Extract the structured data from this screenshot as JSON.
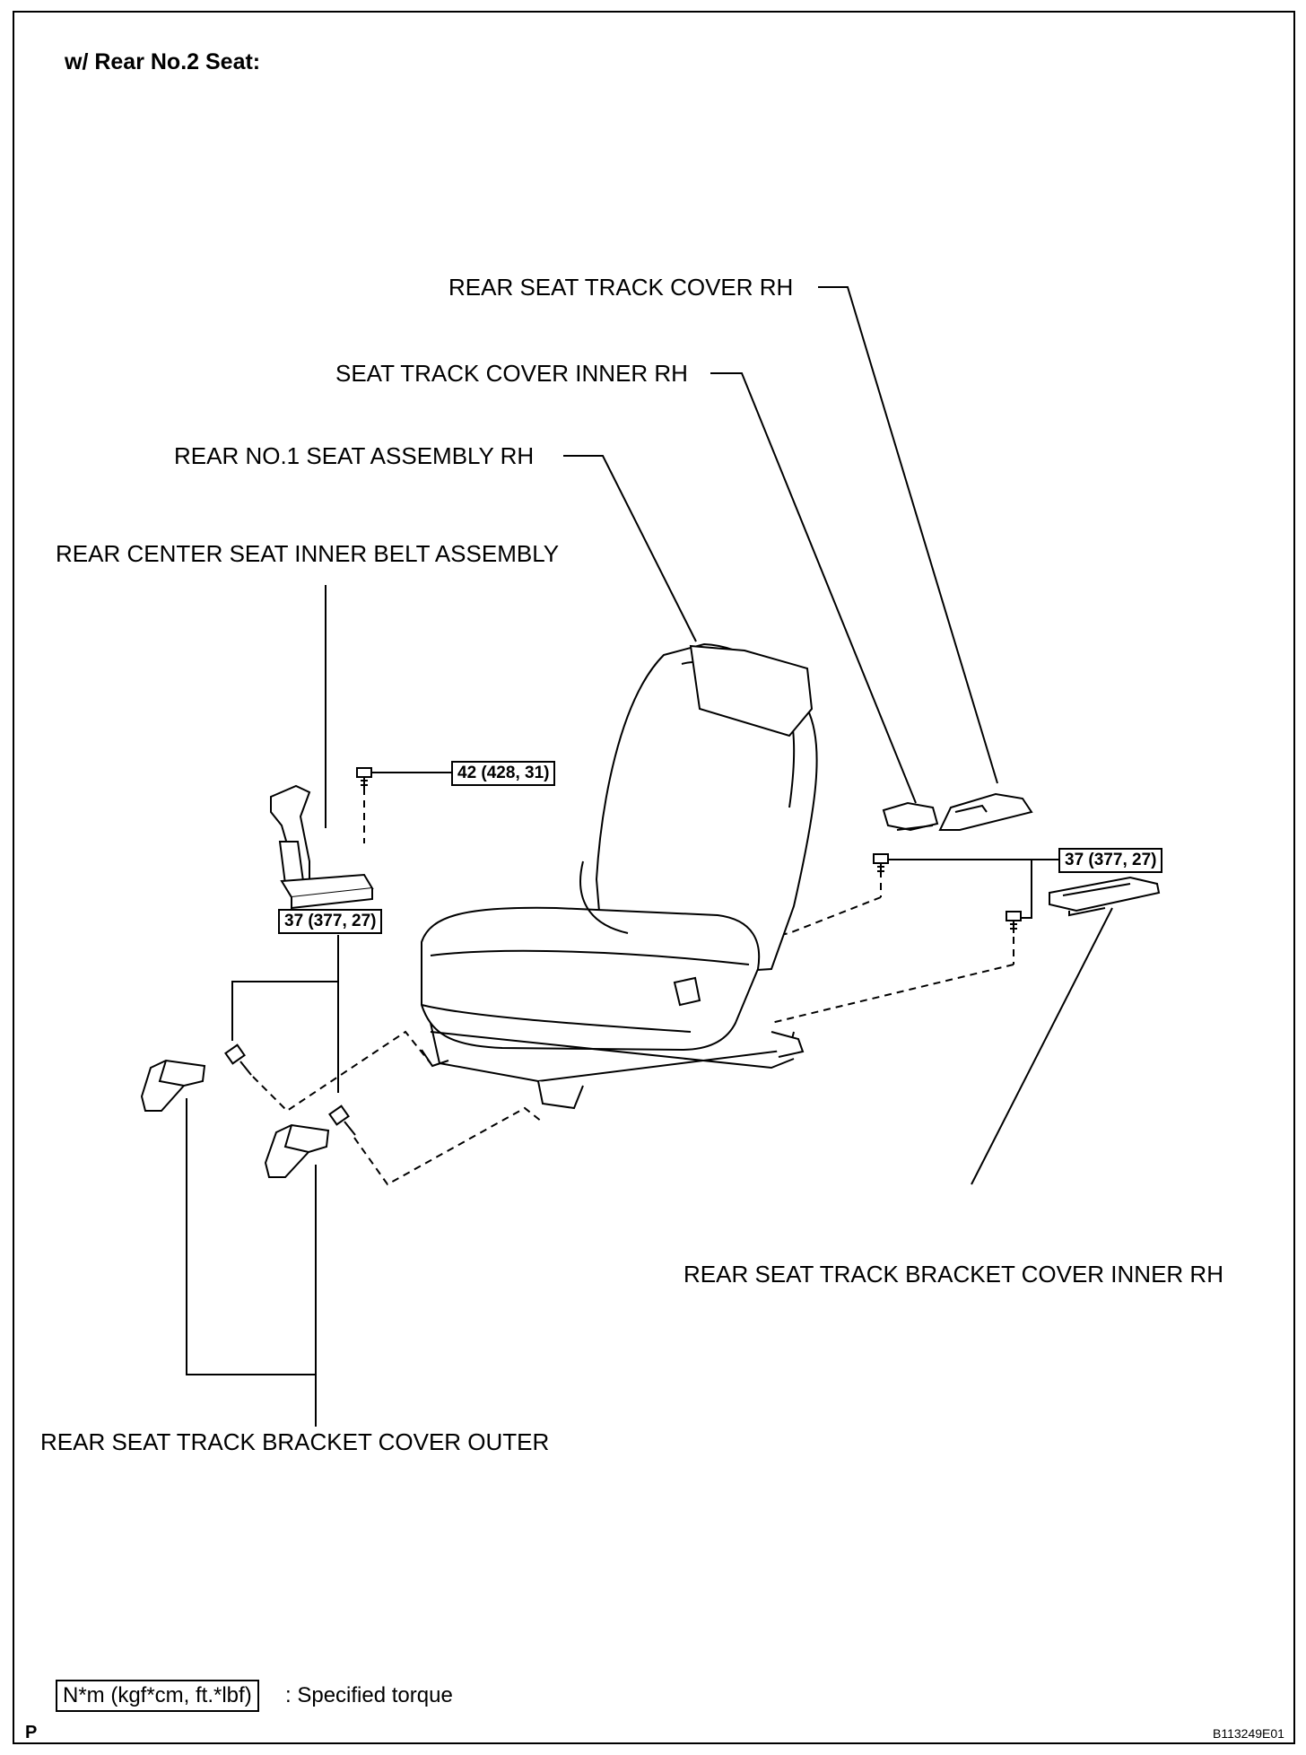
{
  "heading": "w/ Rear No.2 Seat:",
  "parts": {
    "rear_seat_track_cover_rh": "REAR SEAT TRACK COVER RH",
    "seat_track_cover_inner_rh": "SEAT TRACK COVER INNER RH",
    "rear_no1_seat_assembly_rh": "REAR NO.1 SEAT ASSEMBLY RH",
    "rear_center_seat_inner_belt_assembly": "REAR CENTER SEAT INNER BELT ASSEMBLY",
    "rear_seat_track_bracket_cover_inner_rh": "REAR SEAT TRACK BRACKET COVER INNER RH",
    "rear_seat_track_bracket_cover_outer": "REAR SEAT TRACK BRACKET COVER OUTER"
  },
  "torques": {
    "belt_bolt": "42 (428, 31)",
    "inner_bolts": "37 (377, 27)",
    "outer_bolts": "37 (377, 27)"
  },
  "legend": {
    "unit_box": "N*m (kgf*cm, ft.*lbf)",
    "description": ": Specified torque"
  },
  "footer": {
    "page_letter": "P",
    "figure_code": "B113249E01"
  }
}
